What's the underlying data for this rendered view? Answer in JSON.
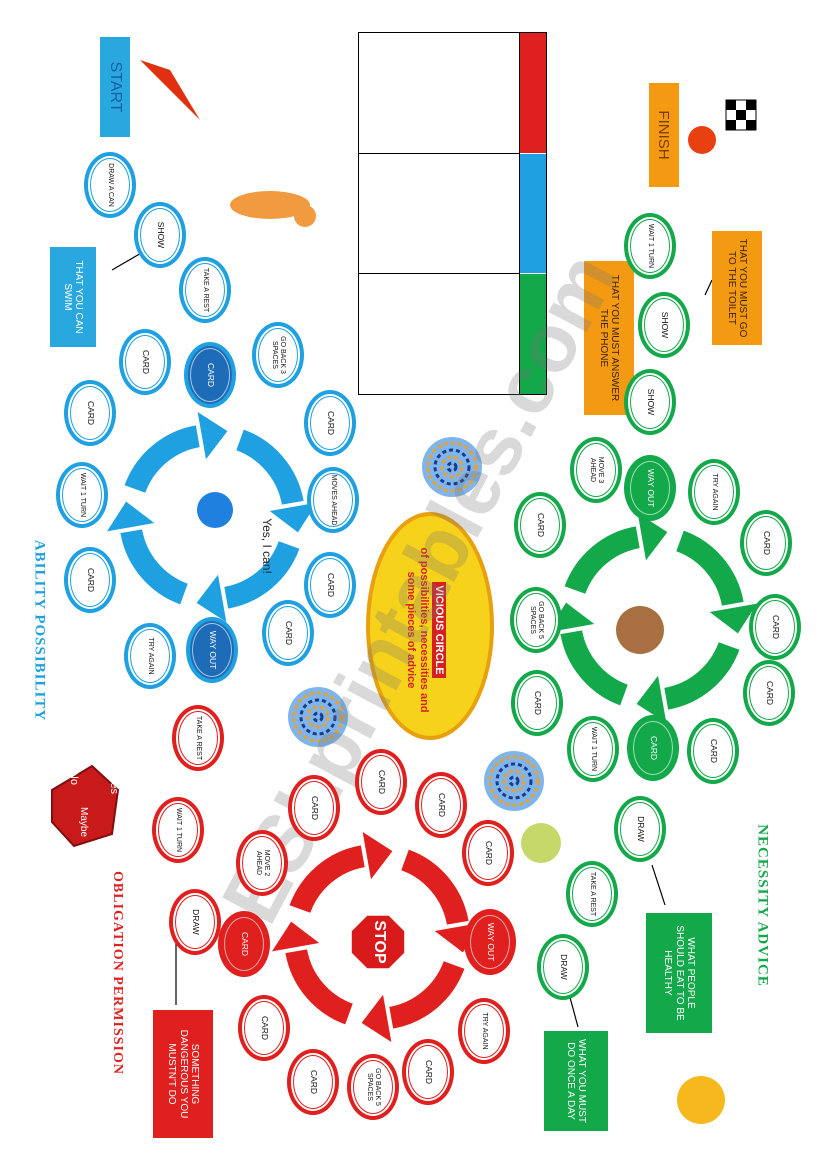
{
  "start_label": "START",
  "finish_label": "FINISH",
  "center": {
    "title": "VICIOUS CIRCLE",
    "text": "of possibilities, necessities and some pieces of advice"
  },
  "group_labels": {
    "blue": "ABILITY POSSIBILITY",
    "red": "OBLIGATION PERMISSION",
    "green": "NECESSITY ADVICE"
  },
  "center_caption": "Yes, I can!",
  "stop_sign": "STOP",
  "dice_faces": [
    "Yes",
    "No",
    "Maybe"
  ],
  "watermark": "ESLprintables.com",
  "colors": {
    "blue": "#1fa0e0",
    "blue_dark": "#1e6cb8",
    "red": "#e0201e",
    "green": "#13a84a",
    "orange": "#f39a12",
    "center_fill": "#f7d21a",
    "center_text": "#d62020"
  },
  "score_colors": [
    "#e0201e",
    "#1fa0e0",
    "#13a84a"
  ],
  "blue_spaces": [
    {
      "label": "DRAW A CAN",
      "filled": false
    },
    {
      "label": "SHOW",
      "filled": false
    },
    {
      "label": "TAKE A REST",
      "filled": false
    },
    {
      "label": "GO BACK 3 SPACES",
      "filled": false
    },
    {
      "label": "CARD",
      "filled": true
    },
    {
      "label": "CARD",
      "filled": false
    },
    {
      "label": "CARD",
      "filled": false
    },
    {
      "label": "CARD",
      "filled": false
    },
    {
      "label": "MOVES AHEAD",
      "filled": false
    },
    {
      "label": "WAIT 1 TURN",
      "filled": false
    },
    {
      "label": "CARD",
      "filled": false
    },
    {
      "label": "CARD",
      "filled": false
    },
    {
      "label": "CARD",
      "filled": false
    },
    {
      "label": "WAY OUT",
      "filled": true
    },
    {
      "label": "TRY AGAIN",
      "filled": false
    }
  ],
  "red_spaces": [
    {
      "label": "TAKE A REST",
      "filled": false
    },
    {
      "label": "WAIT 1 TURN",
      "filled": false
    },
    {
      "label": "DRAW",
      "filled": false
    },
    {
      "label": "CARD",
      "filled": false
    },
    {
      "label": "CARD",
      "filled": false
    },
    {
      "label": "CARD",
      "filled": false
    },
    {
      "label": "CARD",
      "filled": false
    },
    {
      "label": "MOVE 2 AHEAD",
      "filled": false
    },
    {
      "label": "CARD",
      "filled": true
    },
    {
      "label": "WAY OUT",
      "filled": true
    },
    {
      "label": "TRY AGAIN",
      "filled": false
    },
    {
      "label": "CARD",
      "filled": false
    },
    {
      "label": "GO BACK 5 SPACES",
      "filled": false
    },
    {
      "label": "CARD",
      "filled": false
    },
    {
      "label": "CARD",
      "filled": false
    }
  ],
  "green_spaces": [
    {
      "label": "WAIT 1 TURN",
      "filled": false
    },
    {
      "label": "SHOW",
      "filled": false
    },
    {
      "label": "SHOW",
      "filled": false
    },
    {
      "label": "MOVE 3 AHEAD",
      "filled": false
    },
    {
      "label": "WAY OUT",
      "filled": true
    },
    {
      "label": "TRY AGAIN",
      "filled": false
    },
    {
      "label": "CARD",
      "filled": false
    },
    {
      "label": "CARD",
      "filled": false
    },
    {
      "label": "CARD",
      "filled": false
    },
    {
      "label": "GO BACK 5 SPACES",
      "filled": false
    },
    {
      "label": "CARD",
      "filled": false
    },
    {
      "label": "CARD",
      "filled": false
    },
    {
      "label": "WAIT 1 TURN",
      "filled": false
    },
    {
      "label": "CARD",
      "filled": true
    },
    {
      "label": "CARD",
      "filled": false
    },
    {
      "label": "DRAW",
      "filled": false
    },
    {
      "label": "TAKE A REST",
      "filled": false
    },
    {
      "label": "DRAW",
      "filled": false
    }
  ],
  "prompts": {
    "can_swim": "THAT YOU CAN SWIM",
    "mustnt": "SOMETHING DANGEROUS YOU MUSTN'T DO",
    "must_toilet": "THAT YOU MUST GO TO THE TOILET",
    "must_phone": "THAT YOU MUST ANSWER THE PHONE",
    "should_eat": "WHAT PEOPLE SHOULD EAT TO BE HEALTHY",
    "must_day": "WHAT YOU MUST DO ONCE A DAY"
  }
}
